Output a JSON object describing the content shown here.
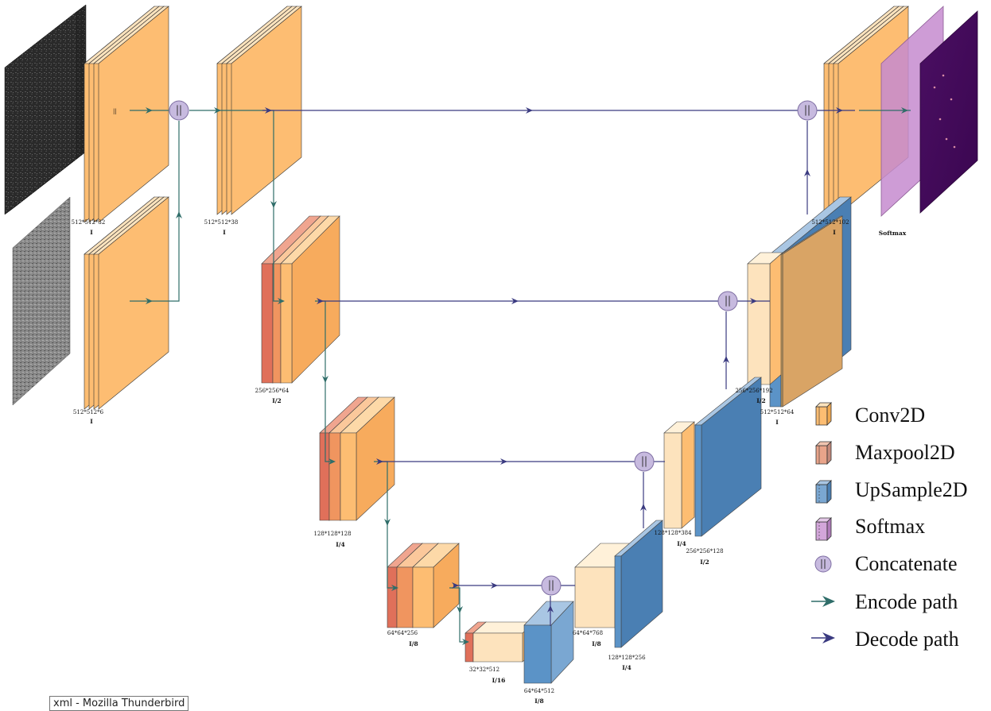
{
  "colors": {
    "conv": "#fdbd72",
    "conv_light": "#fde3bd",
    "maxpool": "#e0705a",
    "upsample": "#5b93c7",
    "softmax": "#c58bcf",
    "concat": "#c7badf",
    "encode_arrow": "#2f6d69",
    "decode_arrow": "#3a3a80"
  },
  "shapes": {
    "input_512x512x32": "512*512*32",
    "input_512x512x6": "512*512*6",
    "enc1_512x512x38": "512*512*38",
    "enc2_256x256x64": "256*256*64",
    "enc3_128x128x128": "128*128*128",
    "enc4_64x64x256": "64*64*256",
    "bottleneck_32x32x512": "32*32*512",
    "up_64x64x512": "64*64*512",
    "dec_64x64x768": "64*64*768",
    "up_128x128x256": "128*128*256",
    "dec_128x128x384": "128*128*384",
    "up_256x256x128": "256*256*128",
    "dec_256x256x192": "256*256*192",
    "up_512x512x64": "512*512*64",
    "dec_512x512x102": "512*512*102"
  },
  "scales": {
    "full": "I",
    "half": "I/2",
    "quarter": "I/4",
    "eighth": "I/8",
    "sixteenth": "I/16"
  },
  "softmax_label": "Softmax",
  "concat_symbol": "||",
  "legend": [
    {
      "label": "Conv2D",
      "icon": "conv-cube-icon"
    },
    {
      "label": "Maxpool2D",
      "icon": "maxpool-cube-icon"
    },
    {
      "label": "UpSample2D",
      "icon": "upsample-cube-icon"
    },
    {
      "label": "Softmax",
      "icon": "softmax-cube-icon"
    },
    {
      "label": "Concatenate",
      "icon": "concat-circle-icon"
    },
    {
      "label": "Encode path",
      "icon": "encode-arrow-icon"
    },
    {
      "label": "Decode path",
      "icon": "decode-arrow-icon"
    }
  ],
  "tooltip": "xml - Mozilla Thunderbird"
}
